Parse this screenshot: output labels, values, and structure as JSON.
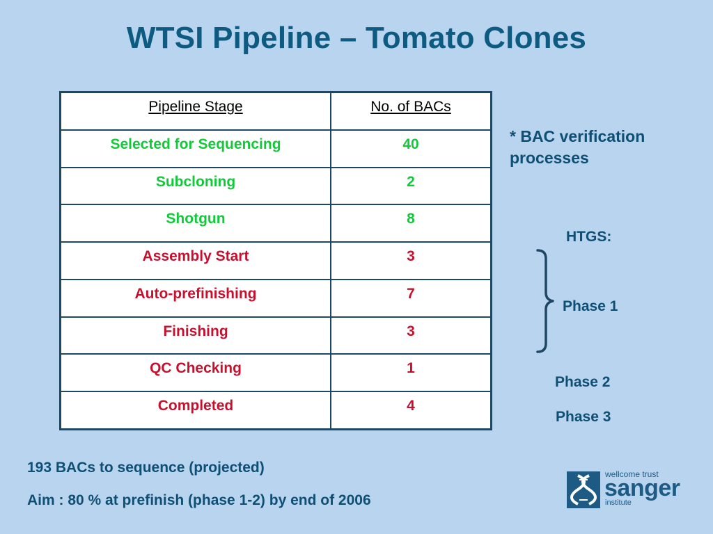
{
  "slide": {
    "title": "WTSI Pipeline – Tomato Clones"
  },
  "table": {
    "headers": [
      "Pipeline Stage",
      "No. of BACs"
    ],
    "rows": [
      {
        "stage": "Selected for Sequencing",
        "count": "40",
        "color": "#12c93a"
      },
      {
        "stage": "Subcloning",
        "count": "2",
        "color": "#12c93a"
      },
      {
        "stage": "Shotgun",
        "count": "8",
        "color": "#12c93a"
      },
      {
        "stage": "Assembly Start",
        "count": "3",
        "color": "#c8102e"
      },
      {
        "stage": "Auto-prefinishing",
        "count": "7",
        "color": "#c8102e"
      },
      {
        "stage": "Finishing",
        "count": "3",
        "color": "#c8102e"
      },
      {
        "stage": "QC Checking",
        "count": "1",
        "color": "#c8102e"
      },
      {
        "stage": "Completed",
        "count": "4",
        "color": "#c8102e"
      }
    ]
  },
  "side_note": {
    "line1": "* BAC verification",
    "line2": "processes"
  },
  "htgs": {
    "label": "HTGS:",
    "phase1": "Phase 1",
    "phase2": "Phase 2",
    "phase3": "Phase 3"
  },
  "footer": {
    "line1": "193 BACs to sequence (projected)",
    "line2": "Aim : 80 % at prefinish (phase 1-2) by end of 2006"
  },
  "logo": {
    "top": "wellcome trust",
    "main": "sanger",
    "bottom": "institute"
  },
  "colors": {
    "background": "#b8d4ee",
    "title": "#0e5b82",
    "green_stage": "#12c93a",
    "red_stage": "#c8102e"
  }
}
